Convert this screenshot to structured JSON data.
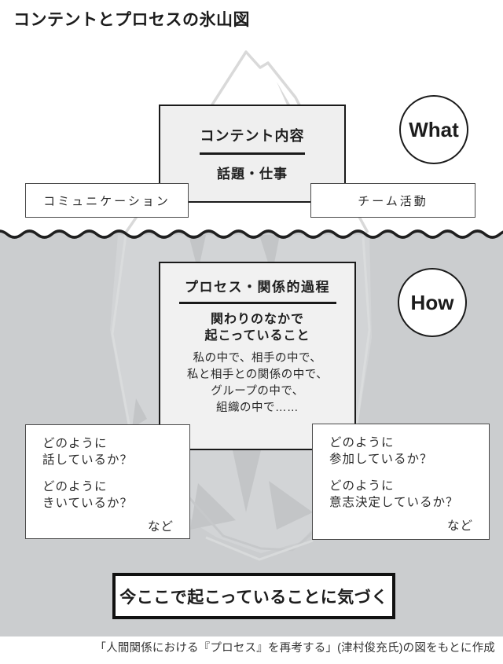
{
  "title": "コンテントとプロセスの氷山図",
  "above_water": {
    "content_box": {
      "heading": "コンテント内容",
      "sub": "話題・仕事"
    },
    "what_label": "What",
    "left_tag": "コミュニケーション",
    "right_tag": "チーム活動"
  },
  "below_water": {
    "process_box": {
      "heading": "プロセス・関係的過程",
      "sub_line1": "関わりのなかで",
      "sub_line2": "起こっていること",
      "body_lines": [
        "私の中で、相手の中で、",
        "私と相手との関係の中で、",
        "グループの中で、",
        "組織の中で……"
      ]
    },
    "how_label": "How",
    "left_question_box": {
      "lines": [
        "どのように",
        "話しているか？",
        "どのように",
        "きいているか？"
      ],
      "etc": "など"
    },
    "right_question_box": {
      "lines": [
        "どのように",
        "参加しているか？",
        "どのように",
        "意志決定しているか？"
      ],
      "etc": "など"
    },
    "notice_box": "今ここで起こっていることに気づく"
  },
  "caption": "「人間関係における『プロセス』を再考する」(津村俊充氏)の図をもとに作成",
  "colors": {
    "text_black": "#1c1c1c",
    "border_black": "#1a1a1a",
    "water_gray": "#cbcdcf",
    "iceberg_fill": "#d2d4d6",
    "iceberg_facet_dark": "#c3c5c7",
    "iceberg_edge_light": "#dadcdd",
    "box_fill_light": "#efefef",
    "box_fill_white": "#ffffff"
  }
}
